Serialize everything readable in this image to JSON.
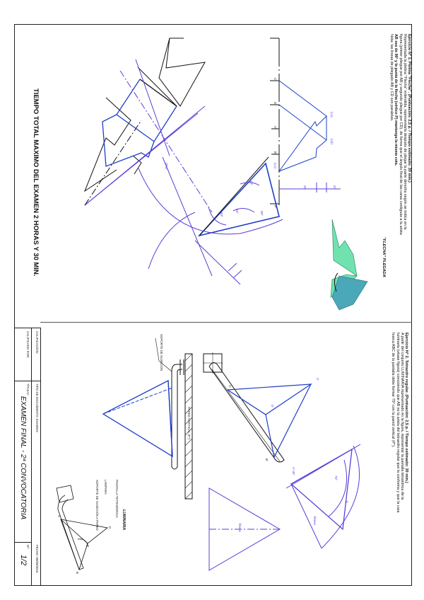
{
  "page": {
    "orientation": "landscape-rotated-90",
    "total_time_banner": "TIEMPO TOTAL MAXIMO DEL EXAMEN 2 HORAS Y 30 MIN."
  },
  "exercise1": {
    "title": "Ejercicio Nº 1. Pletina \"Flecha\". (Puntuación: 2,5 p.  /  Tiempo estimado: 30 min.)",
    "lines": [
      "Representada la pletina \"Flecha\" extendida, representarla después de plegar la parte derecha según se indica en la",
      "figura (primer pliegue por AB y segundo pliegue por CD), de forma que el ángulo final de las caras contiguas a la arista",
      "AB sea de 90º y la punta de la flecha (vértice P) mantenga la misma cota.",
      "Nota: las líneas de pliegado AB y CD son paralelas."
    ],
    "caption": "\"FLECHA\" PLEGADA",
    "labels": {
      "zd": "ZD",
      "za": "ZA",
      "angle_47": "47º",
      "angle_45": "45º",
      "angle_90": "90º",
      "angle_60": "60º",
      "c": "C'",
      "d": "D'",
      "a": "A'",
      "b": "B'",
      "p": "P'",
      "lv": "(Lv)",
      "lh": "(Lh)",
      "lo": "(Lo)",
      "pv": "(P'v)"
    }
  },
  "exercise2": {
    "title": "Ejercicio Nº 2. Tetraedro regular. (Puntuación: 2,5 p.  /  Tiempo estimado: 30 min.)",
    "lines": [
      "A partir del conjunto LUMINARIA representado en la figura, representar la pantalla tetraédrica de la",
      "luminaria (véase figura) conociendo que AB es la arista del tetraedro regular que la conforma y que la cara",
      "hueca ABC de la pantalla debe formar 75º con la pared vertical (P'')."
    ],
    "labels": {
      "soporte": "SOPORTE DE SUJECIÓN",
      "pared": "PARED VERTICAL (P'')",
      "angle_75": "75º",
      "a_b": "A''=B''",
      "c": "C'",
      "d": "D'",
      "a": "A'",
      "b": "B'",
      "hbase": "hbase",
      "a_side": "a"
    },
    "luminaria": {
      "title": "LUMINARIA",
      "callouts": [
        "PANTALLA TETRAÉDRICA",
        "LÁMPARA",
        "SOPORTE DE SUJECIÓN A PARED"
      ],
      "vertices": [
        "A",
        "B",
        "C",
        "D"
      ]
    }
  },
  "title_block": {
    "calificacion_label": "CALIFICACIÓN:",
    "calificado_label": "CALIFICADO POR:",
    "tipo_label": "TIPO DE DOCUMENTO:",
    "tipo_value": "EXAMEN",
    "titulo_label": "TÍTULO:",
    "titulo_value": "EXAMEN FINAL - 2ª CONVOCATORIA",
    "fecha_label": "FECHA:",
    "fecha_value": "09/09/2015",
    "num_label": "Nº:",
    "num_value": "1/2"
  },
  "colors": {
    "construction": "#5a3fd8",
    "solution": "#1d3fc8",
    "given": "#111111",
    "green_face": "#6fe2b0",
    "teal_face": "#4aa8b8"
  }
}
